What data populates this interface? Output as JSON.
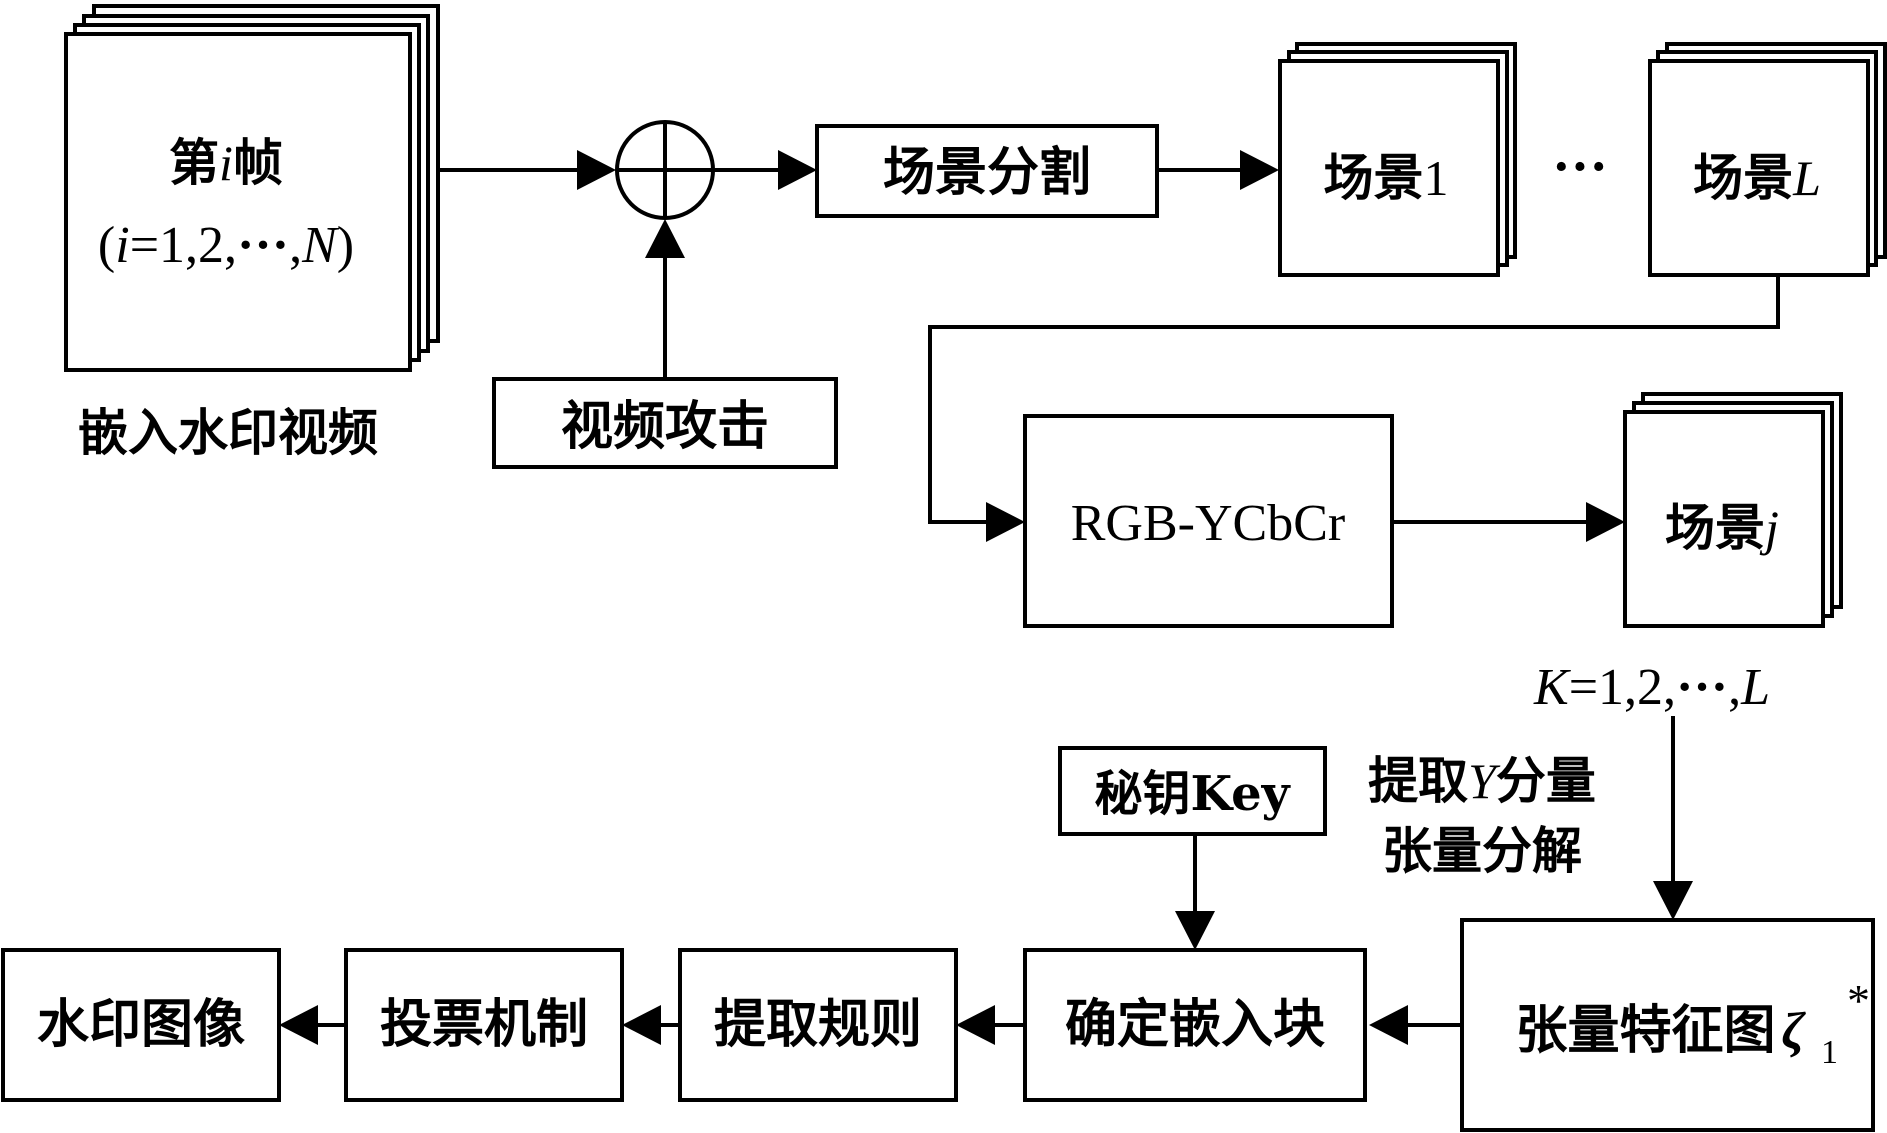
{
  "colors": {
    "stroke": "#000000",
    "background": "#ffffff"
  },
  "frames": {
    "label_prefix": "第",
    "label_var": "i",
    "label_suffix": "帧",
    "range_open": "(",
    "range_var": "i",
    "range_eq": "=1,2,",
    "range_dots": "···",
    "range_comma": ",",
    "range_N": "N",
    "range_close": ")",
    "caption": "嵌入水印视频"
  },
  "attack": {
    "label": "视频攻击"
  },
  "segmentation": {
    "label": "场景分割"
  },
  "scene_first": {
    "text": "场景",
    "index": "1"
  },
  "scene_dots": "···",
  "scene_last": {
    "text": "场景",
    "index": "L"
  },
  "color_convert": {
    "label": "RGB-YCbCr"
  },
  "scene_j": {
    "text": "场景",
    "index": "j"
  },
  "k_range": {
    "var": "K",
    "eq": "=1,2,",
    "dots": "···",
    "comma": ",",
    "L": "L"
  },
  "key": {
    "label": "秘钥Key"
  },
  "extract_note": {
    "line1_a": "提取",
    "line1_var": "Y",
    "line1_b": "分量",
    "line2": "张量分解"
  },
  "tensor_map": {
    "label": "张量特征图",
    "symbol": "ζ",
    "superscript": "*",
    "subscript": "1"
  },
  "embed_block": {
    "label": "确定嵌入块"
  },
  "extract_rule": {
    "label": "提取规则"
  },
  "voting": {
    "label": "投票机制"
  },
  "watermark_image": {
    "label": "水印图像"
  }
}
